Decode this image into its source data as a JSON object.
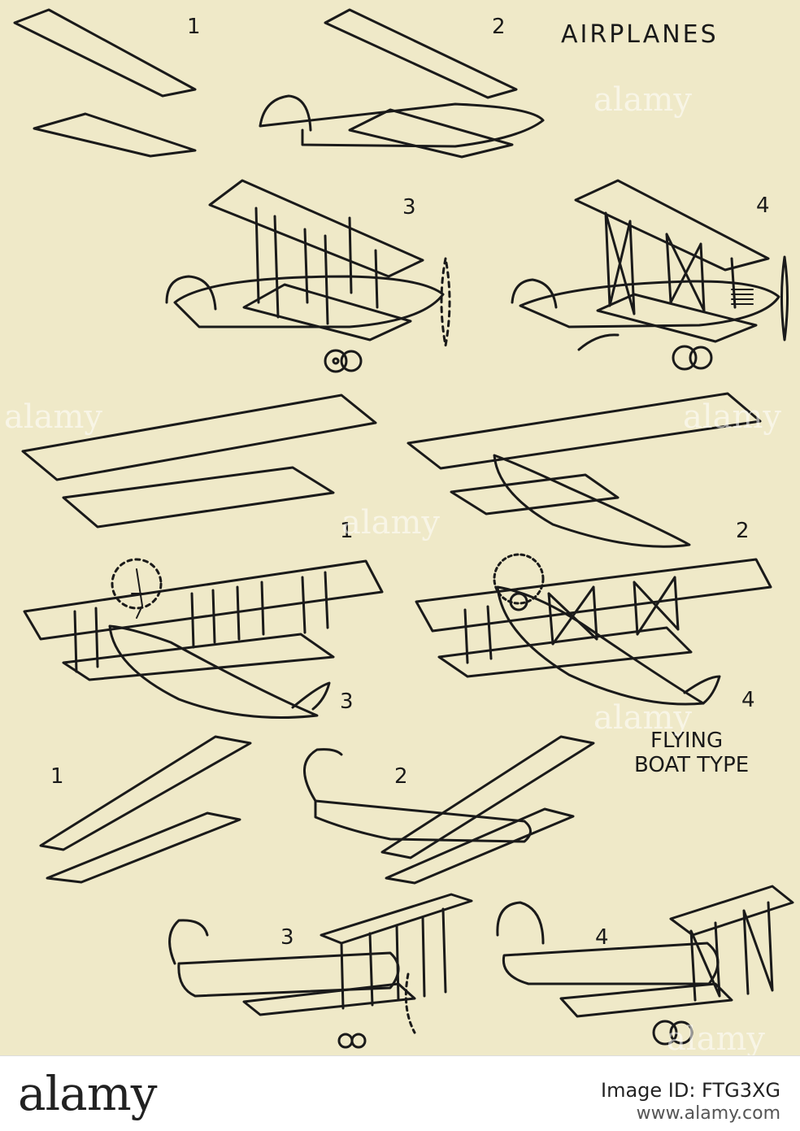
{
  "title": "AIRPLANES",
  "section1": {
    "labels": [
      "1",
      "2",
      "3",
      "4"
    ]
  },
  "section2": {
    "labels": [
      "1",
      "2",
      "3",
      "4"
    ],
    "caption_line1": "FLYING",
    "caption_line2": "BOAT TYPE"
  },
  "section3": {
    "labels": [
      "1",
      "2",
      "3",
      "4"
    ]
  },
  "watermark": "alamy",
  "footer": {
    "logo": "alamy",
    "image_id": "Image ID: FTG3XG",
    "url": "www.alamy.com"
  }
}
